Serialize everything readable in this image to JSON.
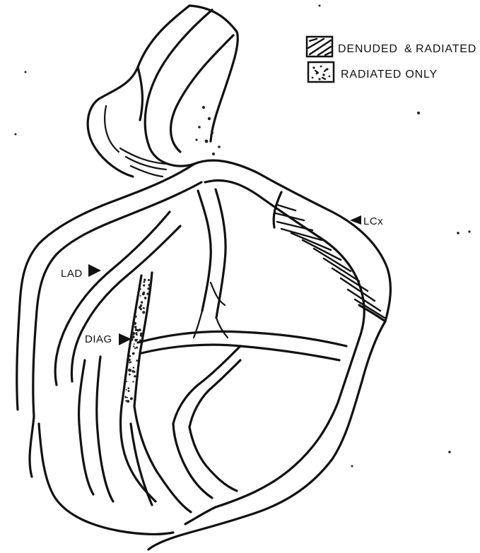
{
  "legend": {
    "items": [
      {
        "label_left": "DENUDED",
        "sep": "&",
        "label_right": "RADIATED",
        "pattern": "hatched"
      },
      {
        "label": "RADIATED ONLY",
        "pattern": "speckled"
      }
    ]
  },
  "labels": {
    "lad": "LAD",
    "lcx": "LCx",
    "diag": "DIAG"
  },
  "colors": {
    "ink": "#111111",
    "paper": "#ffffff"
  }
}
